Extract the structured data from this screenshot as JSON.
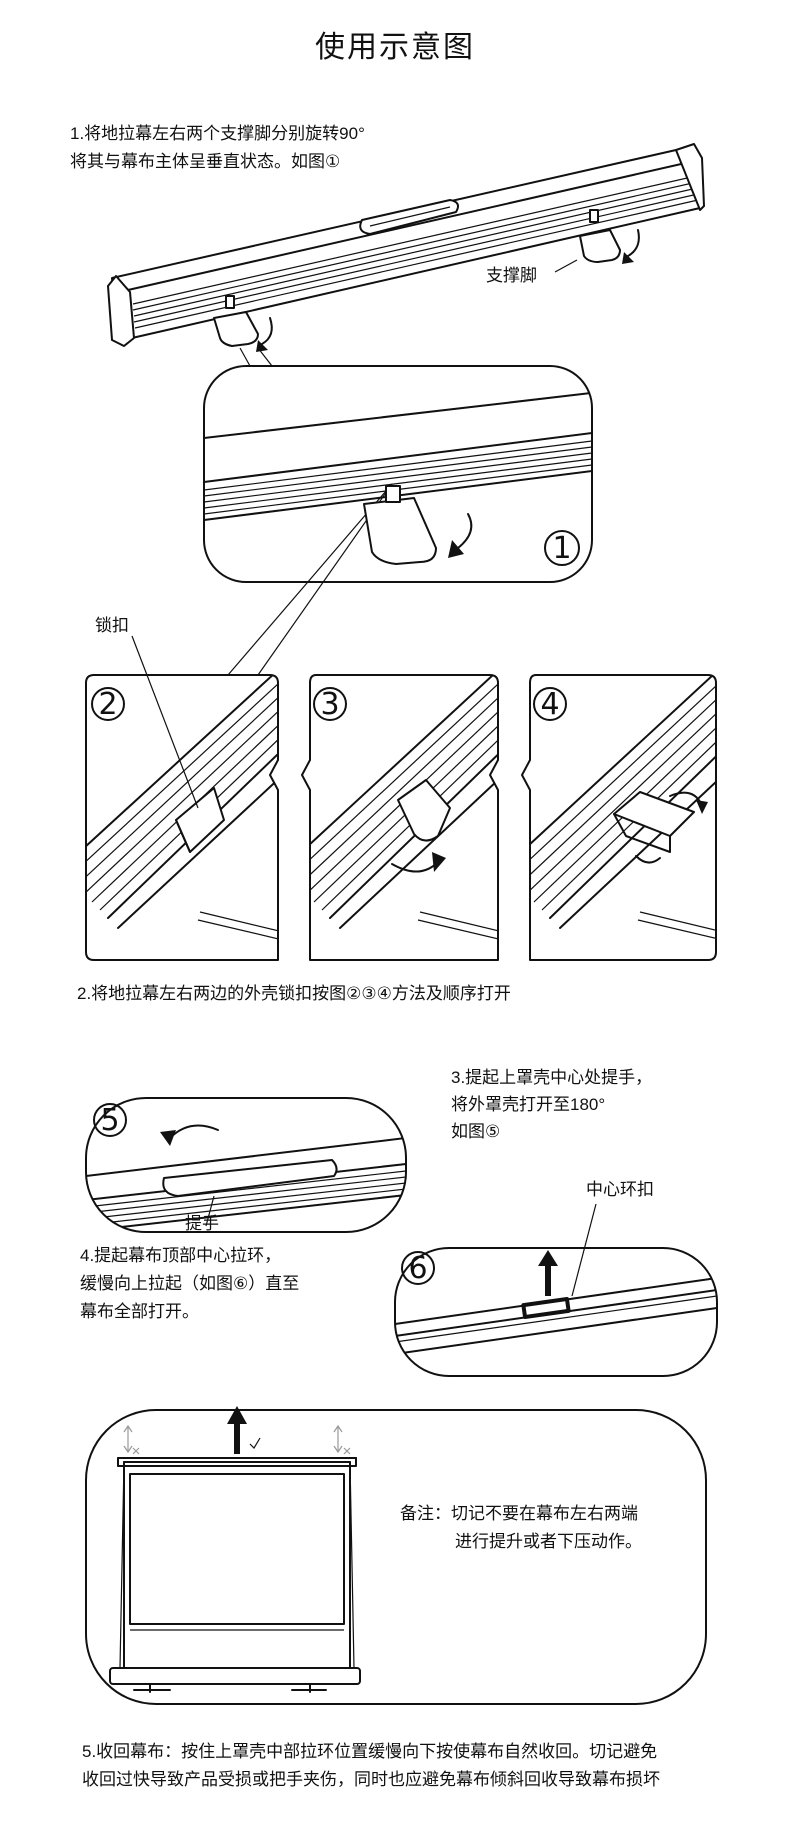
{
  "title": "使用示意图",
  "step1": {
    "line1": "1.将地拉幕左右两个支撑脚分别旋转90°",
    "line2": "将其与幕布主体呈垂直状态。如图①"
  },
  "labels": {
    "support_foot": "支撑脚",
    "lock": "锁扣",
    "handle": "提手",
    "center_ring": "中心环扣",
    "fig1": "1",
    "fig2": "2",
    "fig3": "3",
    "fig4": "4",
    "fig5": "5",
    "fig6": "6"
  },
  "step2": "2.将地拉幕左右两边的外壳锁扣按图②③④方法及顺序打开",
  "step3": {
    "line1": "3.提起上罩壳中心处提手，",
    "line2": "将外罩壳打开至180°",
    "line3": "如图⑤"
  },
  "step4": {
    "line1": "4.提起幕布顶部中心拉环，",
    "line2": "缓慢向上拉起（如图⑥）直至",
    "line3": "幕布全部打开。"
  },
  "note": {
    "line1": "备注：切记不要在幕布左右两端",
    "line2": "进行提升或者下压动作。"
  },
  "step5": {
    "line1": "5.收回幕布：按住上罩壳中部拉环位置缓慢向下按使幕布自然收回。切记避免",
    "line2": "收回过快导致产品受损或把手夹伤，同时也应避免幕布倾斜回收导致幕布损坏"
  }
}
